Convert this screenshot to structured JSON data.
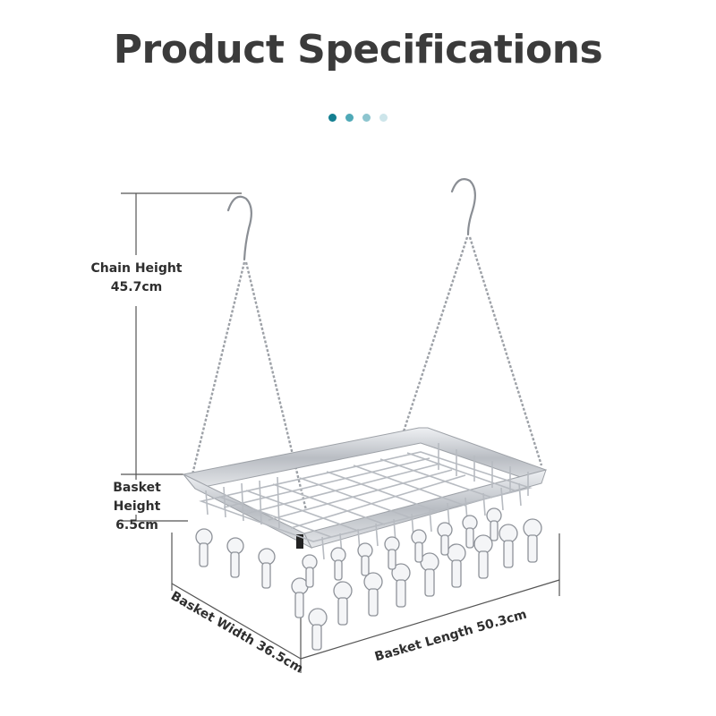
{
  "header": {
    "title": "Product Specifications",
    "pager_dots": [
      {
        "color": "#137f91"
      },
      {
        "color": "#4fa9b7"
      },
      {
        "color": "#8dc5cf"
      },
      {
        "color": "#cde5ea"
      }
    ]
  },
  "product": {
    "name": "Hanging clothes drying rack basket with clips",
    "clip_count_visible": 24
  },
  "dimensions": {
    "chain_height": {
      "label": "Chain Height",
      "value": "45.7cm"
    },
    "basket_height": {
      "label": "Basket Height",
      "value": "6.5cm"
    },
    "basket_width": {
      "label": "Basket Width",
      "value": "36.5cm",
      "text": "Basket Width 36.5cm"
    },
    "basket_length": {
      "label": "Basket Length",
      "value": "50.3cm",
      "text": "Basket Length 50.3cm"
    }
  },
  "colors": {
    "title": "#3b3b3b",
    "dimension_line": "#555555",
    "metal": "#c9ccd1",
    "metal_dark": "#8e9299"
  }
}
